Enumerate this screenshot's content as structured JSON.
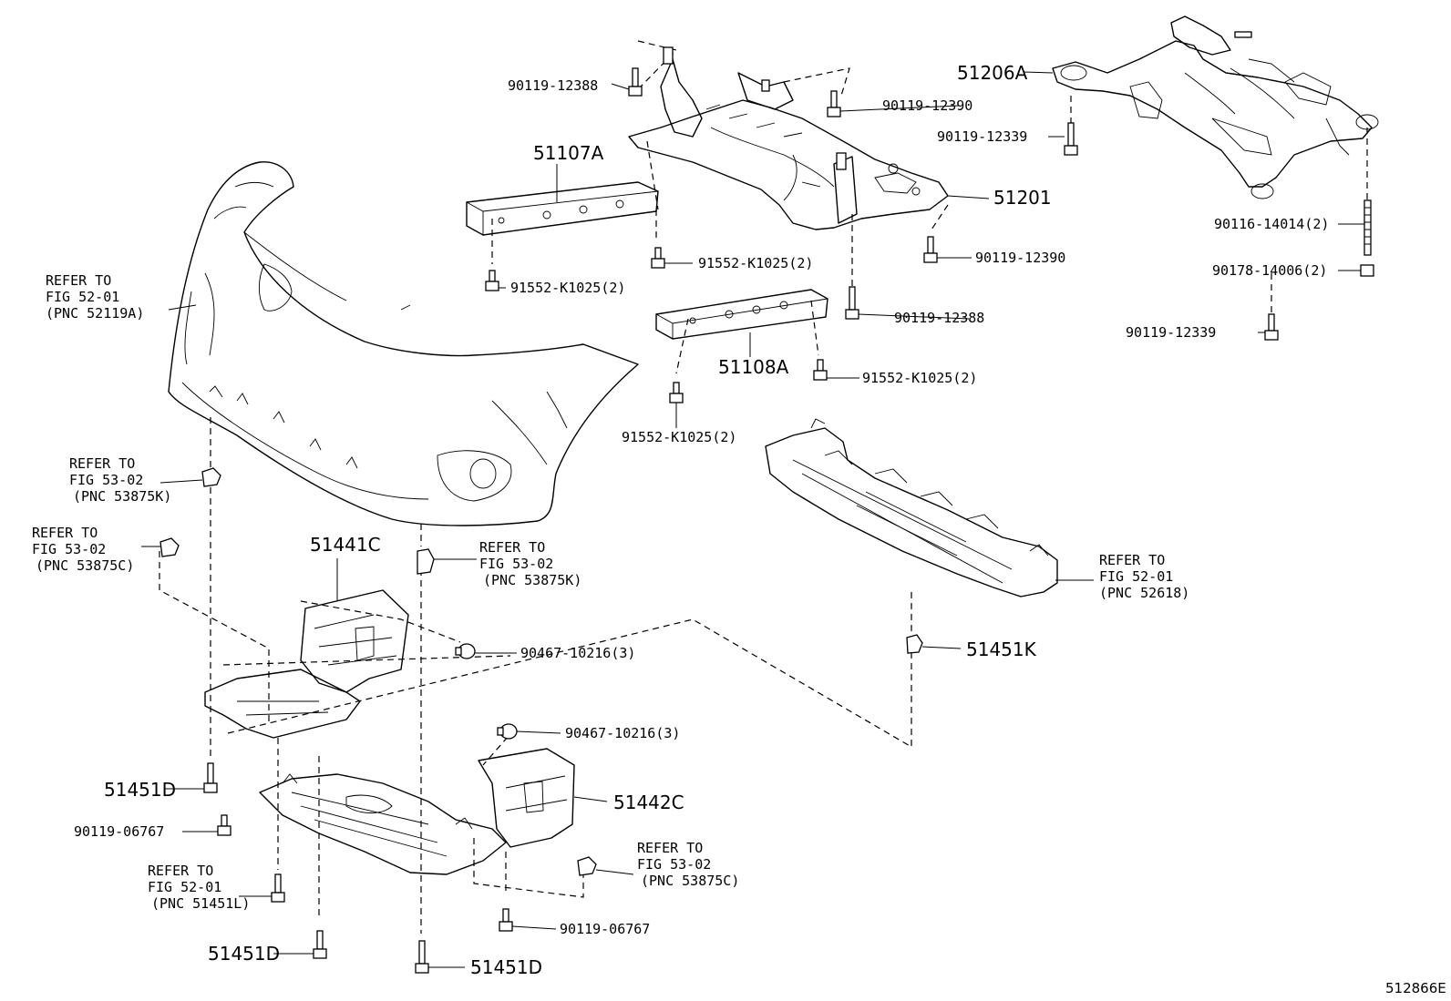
{
  "diagram_id": "512866E",
  "labels": {
    "p51206A": "51206A",
    "p51107A": "51107A",
    "p51201": "51201",
    "p51108A": "51108A",
    "p51441C": "51441C",
    "p51442C": "51442C",
    "p51451K": "51451K",
    "p51451D_a": "51451D",
    "p51451D_b": "51451D",
    "p51451D_c": "51451D",
    "b9011912388_a": "90119-12388",
    "b9011912388_b": "90119-12388",
    "b9011912390_a": "90119-12390",
    "b9011912390_b": "90119-12390",
    "b9011912339_a": "90119-12339",
    "b9011912339_b": "90119-12339",
    "b9011614014": "90116-14014(2)",
    "b9017814006": "90178-14006(2)",
    "b91552_a": "91552-K1025(2)",
    "b91552_b": "91552-K1025(2)",
    "b91552_c": "91552-K1025(2)",
    "b91552_d": "91552-K1025(2)",
    "b9046710216_a": "90467-10216(3)",
    "b9046710216_b": "90467-10216(3)",
    "b9011906767_a": "90119-06767",
    "b9011906767_b": "90119-06767"
  },
  "refs": {
    "r52119A": [
      "REFER TO",
      "FIG 52-01",
      "(PNC 52119A)"
    ],
    "r53875K_a": [
      "REFER TO",
      "FIG 53-02",
      "(PNC 53875K)"
    ],
    "r53875C_a": [
      "REFER TO",
      "FIG 53-02",
      "(PNC 53875C)"
    ],
    "r53875K_b": [
      "REFER TO",
      "FIG 53-02",
      "(PNC 53875K)"
    ],
    "r52618": [
      "REFER TO",
      "FIG 52-01",
      "(PNC 52618)"
    ],
    "r53875C_b": [
      "REFER TO",
      "FIG 53-02",
      "(PNC 53875C)"
    ],
    "r51451L": [
      "REFER TO",
      "FIG 52-01",
      "(PNC 51451L)"
    ]
  }
}
